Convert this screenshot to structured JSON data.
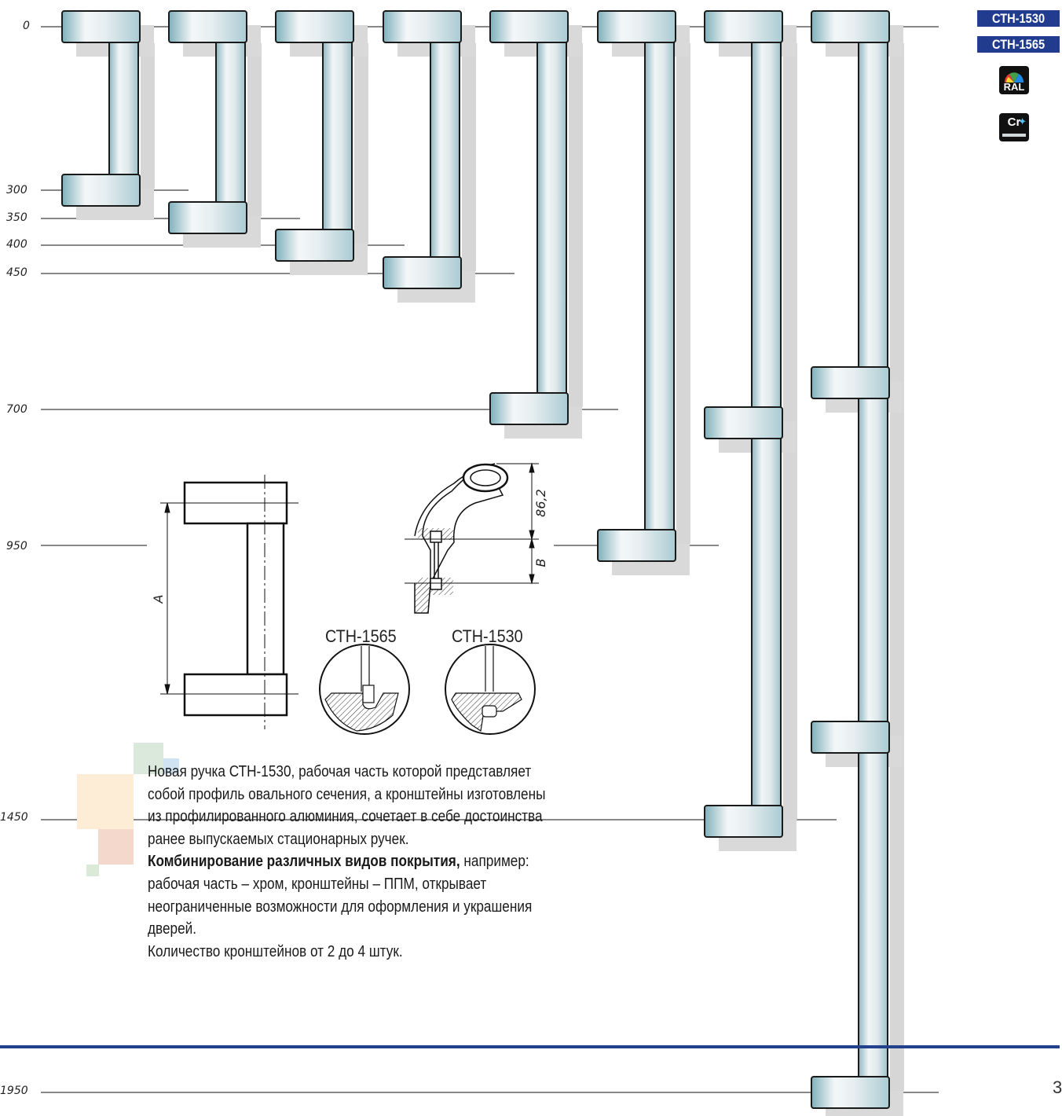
{
  "dimension_labels": [
    "0",
    "300",
    "350",
    "400",
    "450",
    "700",
    "950",
    "1450",
    "1950"
  ],
  "badges": [
    "СТН-1530",
    "СТН-1565"
  ],
  "icons": {
    "ral": "RAL",
    "cr": "Cr"
  },
  "drawing": {
    "dim_a": "A",
    "dim_b": "B",
    "dim_862": "86,2",
    "detail_captions": [
      "СТН-1565",
      "СТН-1530"
    ]
  },
  "description": {
    "p1": "Новая ручка СТН-1530, рабочая часть которой представляет собой профиль овального сечения, а кронштейны изготовлены из профилированного алюминия, сочетает в себе достоинства ранее выпускаемых стационарных ручек.",
    "p2_bold": "Комбинирование различных видов покрытия,",
    "p2_rest": " например: рабочая часть – хром, кронштейны – ППМ, открывает неограниченные возможности для оформления и украшения дверей.",
    "p3": "Количество кронштейнов от 2 до 4 штук."
  },
  "page_number": "3",
  "colors": {
    "accent": "#213c8f",
    "chrome_light": "#e9eef0",
    "chrome_dark": "#8fb8c2"
  }
}
